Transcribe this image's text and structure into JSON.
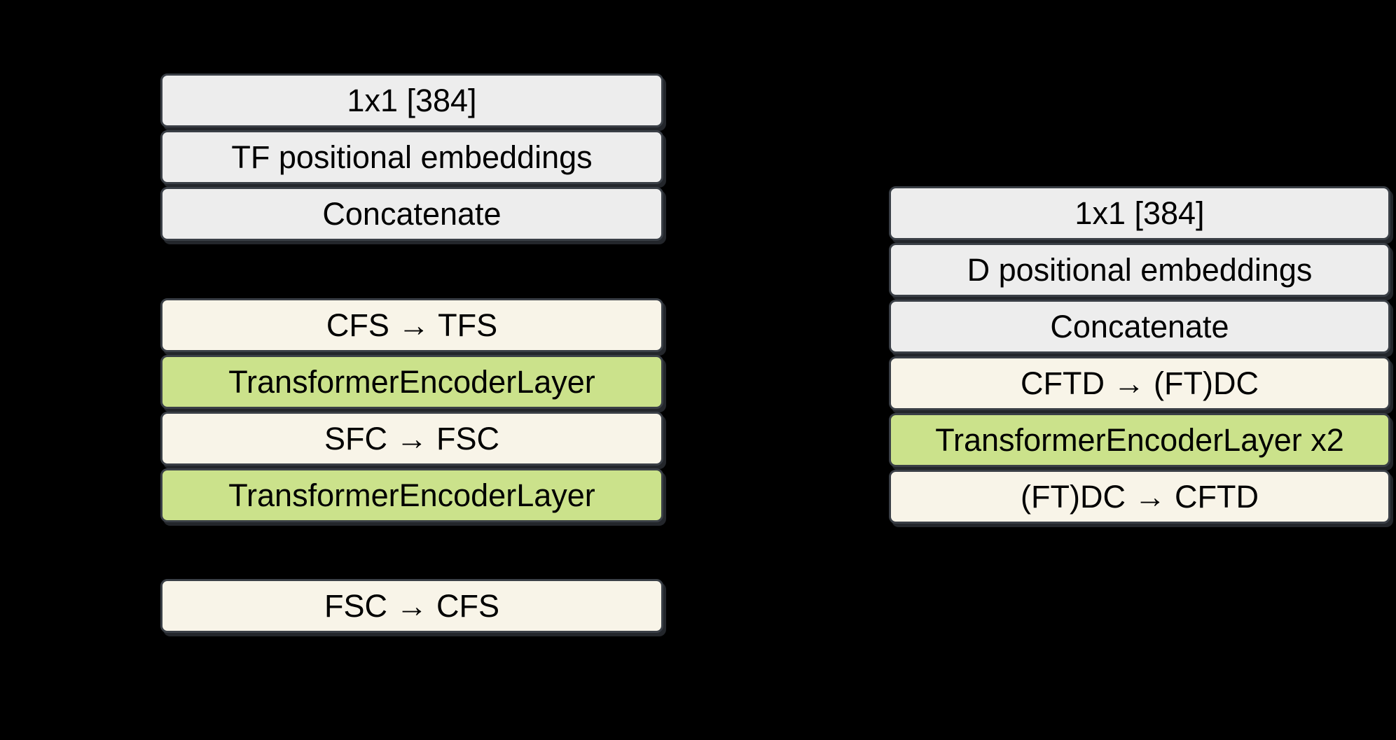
{
  "background": "#000000",
  "colors": {
    "gray": "#ededed",
    "cream": "#f8f4e8",
    "green": "#cbe28b",
    "border": "#3a3f46",
    "text": "#000000"
  },
  "columns": [
    {
      "name": "tf-branch",
      "boxes": [
        {
          "label": "1x1 [384]",
          "type": "gray"
        },
        {
          "label": "TF positional embeddings",
          "type": "gray"
        },
        {
          "label": "Concatenate",
          "type": "gray"
        },
        {
          "label": "CFS → TFS",
          "type": "cream"
        },
        {
          "label": "TransformerEncoderLayer",
          "type": "green"
        },
        {
          "label": "SFC → FSC",
          "type": "cream"
        },
        {
          "label": "TransformerEncoderLayer",
          "type": "green"
        },
        {
          "label": "FSC → CFS",
          "type": "cream"
        }
      ]
    },
    {
      "name": "d-branch",
      "boxes": [
        {
          "label": "1x1 [384]",
          "type": "gray"
        },
        {
          "label": "D positional embeddings",
          "type": "gray"
        },
        {
          "label": "Concatenate",
          "type": "gray"
        },
        {
          "label": "CFTD → (FT)DC",
          "type": "cream"
        },
        {
          "label": "TransformerEncoderLayer x2",
          "type": "green"
        },
        {
          "label": "(FT)DC → CFTD",
          "type": "cream"
        }
      ]
    }
  ]
}
